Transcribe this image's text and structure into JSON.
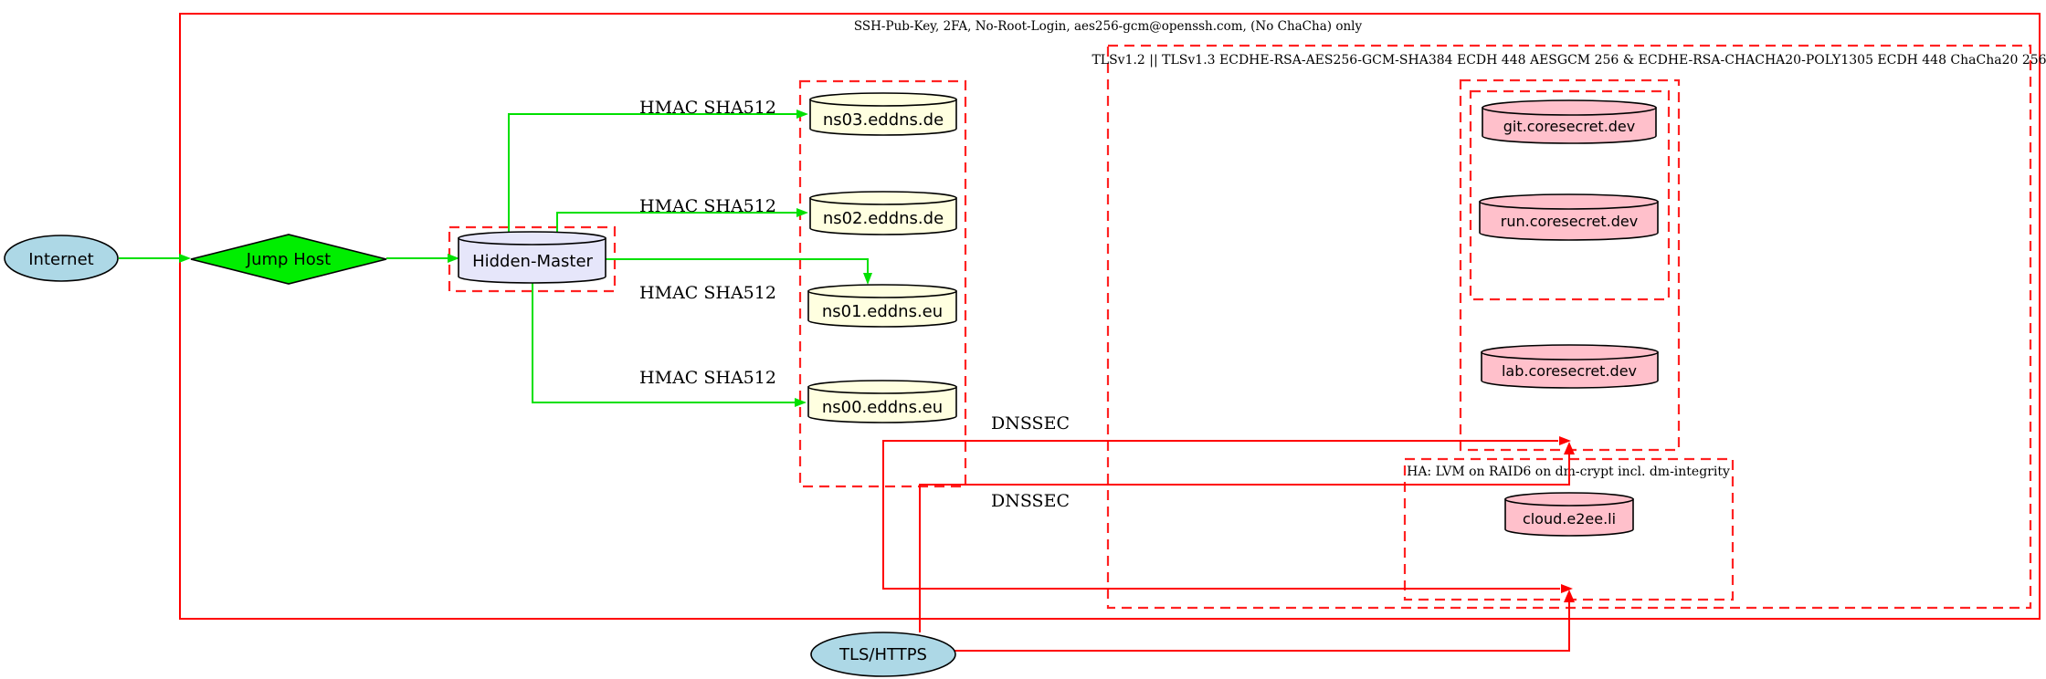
{
  "diagram": {
    "type": "network-security-architecture",
    "background": "#ffffff"
  },
  "clusters": {
    "ssh_perimeter": {
      "label": "SSH-Pub-Key, 2FA, No-Root-Login, aes256-gcm@openssh.com, (No ChaCha) only",
      "border_style": "solid",
      "border_color": "#ff0000"
    },
    "tls_zone": {
      "label": "TLSv1.2 || TLSv1.3 ECDHE-RSA-AES256-GCM-SHA384 ECDH 448 AESGCM 256 & ECDHE-RSA-CHACHA20-POLY1305 ECDH 448 ChaCha20 256",
      "border_style": "dashed",
      "border_color": "#ff0000"
    },
    "hidden_master_box": {
      "label": "",
      "border_style": "dashed",
      "border_color": "#ff0000"
    },
    "nameserver_box": {
      "label": "",
      "border_style": "dashed",
      "border_color": "#ff0000"
    },
    "coresecret_outer_box": {
      "label": "",
      "border_style": "dashed",
      "border_color": "#ff0000"
    },
    "coresecret_inner_box": {
      "label": "",
      "border_style": "dashed",
      "border_color": "#ff0000"
    },
    "ha_box": {
      "label": "HA: LVM on RAID6 on dm-crypt incl. dm-integrity",
      "border_style": "dashed",
      "border_color": "#ff0000"
    }
  },
  "nodes": {
    "internet": {
      "label": "Internet",
      "shape": "ellipse",
      "fill": "#add8e6"
    },
    "jump_host": {
      "label": "Jump Host",
      "shape": "diamond",
      "fill": "#00ee00"
    },
    "hidden_master": {
      "label": "Hidden-Master",
      "shape": "cylinder",
      "fill": "#e6e6fa"
    },
    "ns03": {
      "label": "ns03.eddns.de",
      "shape": "cylinder",
      "fill": "#ffffe0"
    },
    "ns02": {
      "label": "ns02.eddns.de",
      "shape": "cylinder",
      "fill": "#ffffe0"
    },
    "ns01": {
      "label": "ns01.eddns.eu",
      "shape": "cylinder",
      "fill": "#ffffe0"
    },
    "ns00": {
      "label": "ns00.eddns.eu",
      "shape": "cylinder",
      "fill": "#ffffe0"
    },
    "git": {
      "label": "git.coresecret.dev",
      "shape": "cylinder",
      "fill": "#ffc0cb"
    },
    "run": {
      "label": "run.coresecret.dev",
      "shape": "cylinder",
      "fill": "#ffc0cb"
    },
    "lab": {
      "label": "lab.coresecret.dev",
      "shape": "cylinder",
      "fill": "#ffc0cb"
    },
    "cloud": {
      "label": "cloud.e2ee.li",
      "shape": "cylinder",
      "fill": "#ffc0cb"
    },
    "tls_https": {
      "label": "TLS/HTTPS",
      "shape": "ellipse",
      "fill": "#add8e6"
    }
  },
  "edge_labels": {
    "hmac": "HMAC SHA512",
    "dnssec": "DNSSEC"
  },
  "colors": {
    "green_edge": "#00e000",
    "red_edge": "#ff0000",
    "node_stroke": "#000000"
  }
}
